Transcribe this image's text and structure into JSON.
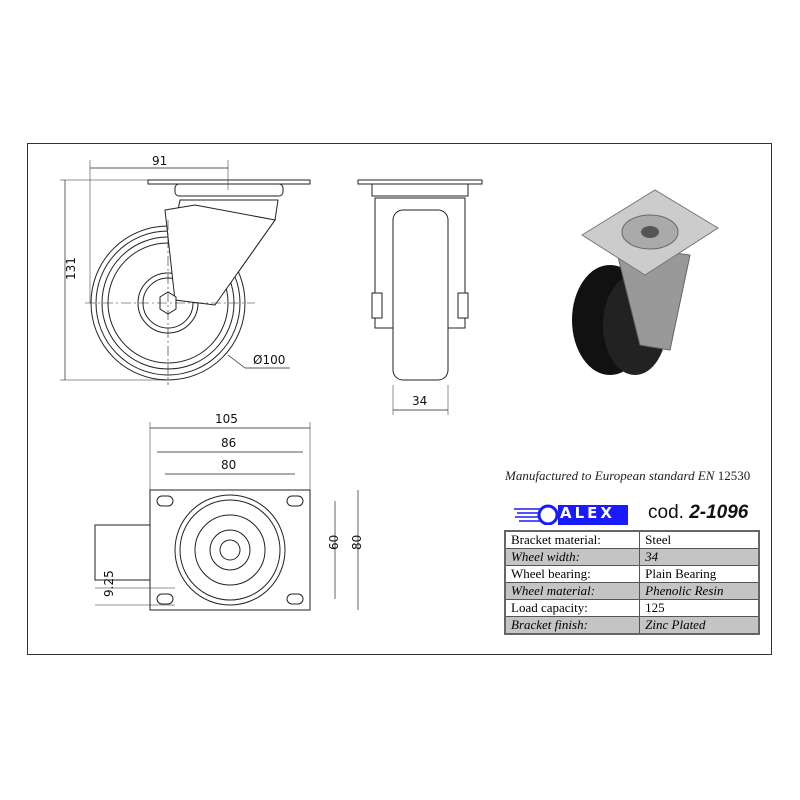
{
  "dimensions": {
    "side_width": "91",
    "side_height": "131",
    "wheel_diameter": "Ø100",
    "wheel_width": "34",
    "plate_width": "105",
    "hole_spacing_outer": "86",
    "hole_spacing_inner": "80",
    "hole_spacing_vertical": "60",
    "plate_height": "80",
    "hole_diameter": "9.25"
  },
  "standard": {
    "text": "Manufactured to European standard EN",
    "number": "12530"
  },
  "brand": {
    "name": "ALEX",
    "color": "#1a1aff"
  },
  "code": {
    "prefix": "cod.",
    "value": "2-1096"
  },
  "specs": [
    {
      "label": "Bracket material:",
      "value": "Steel"
    },
    {
      "label": "Wheel width:",
      "value": "34"
    },
    {
      "label": "Wheel bearing:",
      "value": "Plain Bearing"
    },
    {
      "label": "Wheel material:",
      "value": "Phenolic Resin"
    },
    {
      "label": "Load capacity:",
      "value": "125"
    },
    {
      "label": "Bracket finish:",
      "value": "Zinc Plated"
    }
  ]
}
